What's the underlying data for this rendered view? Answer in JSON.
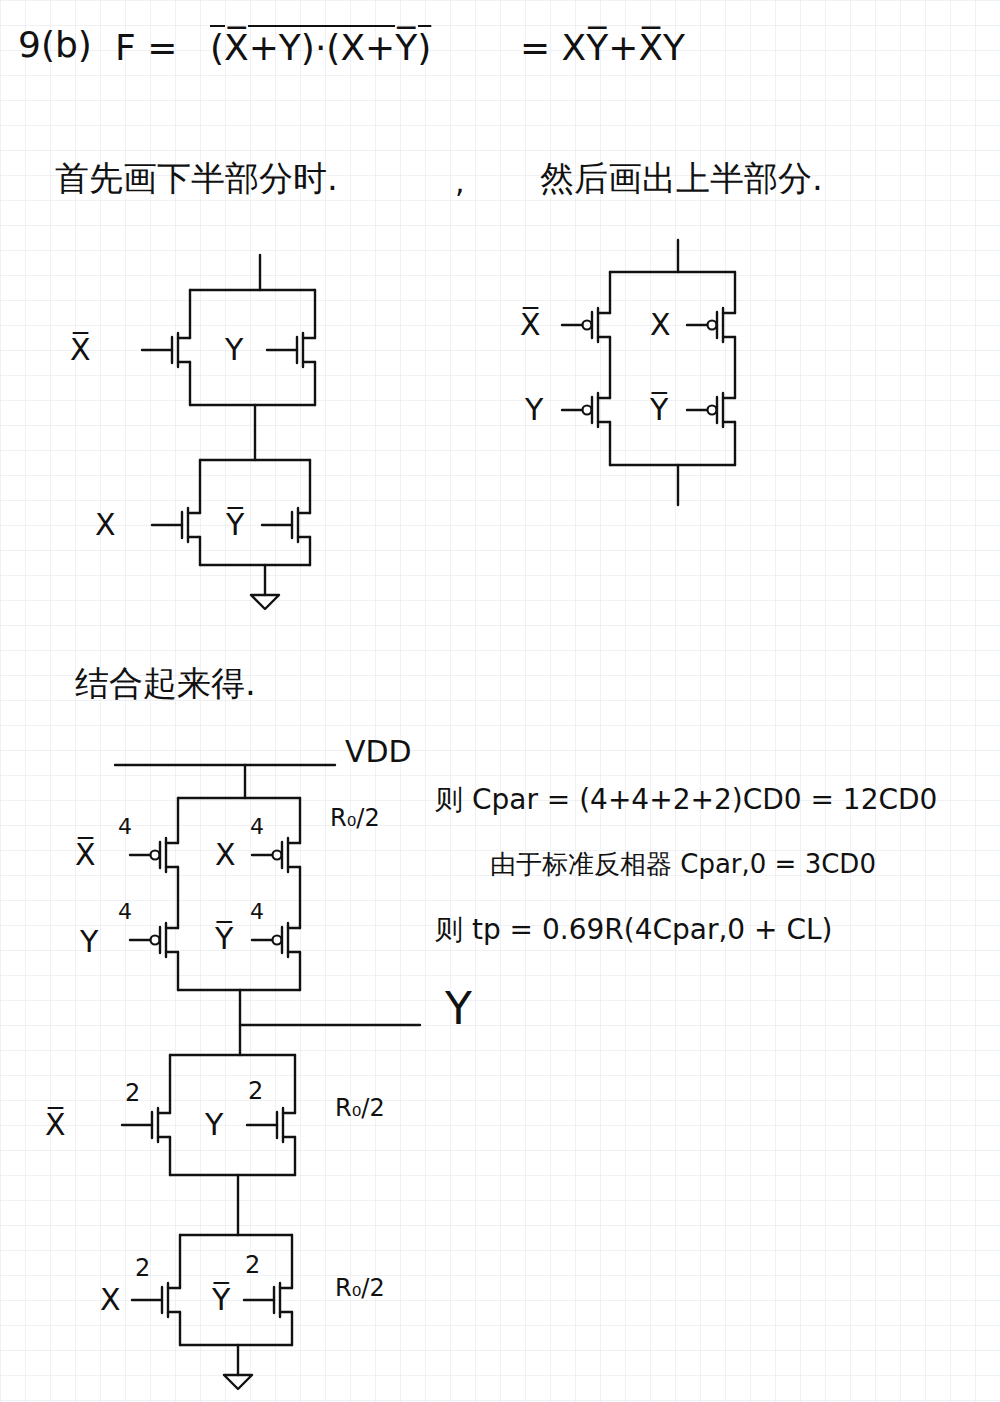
{
  "diagram": {
    "labels": [
      "9(b)",
      "F =",
      "(X̅+Y)·(X+Y̅)",
      "= XY̅+X̅Y",
      "首先画下半部分时.",
      ",",
      "然后画出上半部分.",
      "X̅",
      "Y",
      "X",
      "Y̅",
      "X̅",
      "X",
      "Y",
      "Y̅",
      "结合起来得.",
      "VDD",
      "4",
      "4",
      "R₀/2",
      "X̅",
      "X",
      "4",
      "4",
      "Y",
      "Y̅",
      "Y",
      "2",
      "2",
      "X̅",
      "Y",
      "R₀/2",
      "2",
      "2",
      "X",
      "Y̅",
      "R₀/2",
      "则 Cpar = (4+4+2+2)CD0 = 12CD0",
      "由于标准反相器 Cpar,0 = 3CD0",
      "则 tp = 0.69R(4Cpar,0 + CL)"
    ]
  }
}
